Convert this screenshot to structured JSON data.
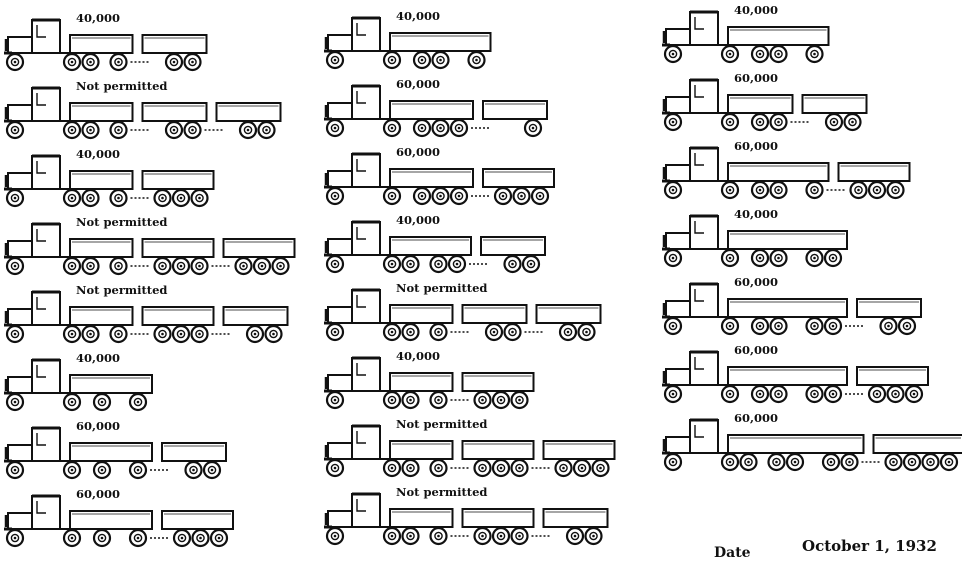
{
  "colors": {
    "ink": "#111111",
    "paper": "#ffffff"
  },
  "columns": [
    {
      "vehicles": [
        {
          "label": "40,000",
          "axles": 2,
          "units": [
            [
              1
            ],
            [
              2
            ]
          ]
        },
        {
          "label": "Not permitted",
          "axles": 2,
          "units": [
            [
              1
            ],
            [
              2
            ],
            [
              2
            ]
          ]
        },
        {
          "label": "40,000",
          "axles": 2,
          "units": [
            [
              1
            ],
            [
              3
            ]
          ]
        },
        {
          "label": "Not permitted",
          "axles": 2,
          "units": [
            [
              1
            ],
            [
              3
            ],
            [
              3
            ]
          ]
        },
        {
          "label": "Not permitted",
          "axles": 2,
          "units": [
            [
              1
            ],
            [
              3
            ],
            [
              2
            ]
          ]
        },
        {
          "label": "40,000",
          "axles": 1,
          "units": [
            [
              1,
              1
            ]
          ]
        },
        {
          "label": "60,000",
          "axles": 1,
          "units": [
            [
              1,
              1
            ],
            [
              2
            ]
          ]
        },
        {
          "label": "60,000",
          "axles": 1,
          "units": [
            [
              1,
              1
            ],
            [
              3
            ]
          ]
        }
      ]
    },
    {
      "vehicles": [
        {
          "label": "40,000",
          "axles": 1,
          "units": [
            [
              2,
              1
            ]
          ]
        },
        {
          "label": "60,000",
          "axles": 1,
          "units": [
            [
              3
            ],
            [
              1
            ]
          ]
        },
        {
          "label": "60,000",
          "axles": 1,
          "units": [
            [
              3
            ],
            [
              3
            ]
          ]
        },
        {
          "label": "40,000",
          "axles": 2,
          "units": [
            [
              2
            ],
            [
              2
            ]
          ]
        },
        {
          "label": "Not permitted",
          "axles": 2,
          "units": [
            [
              1
            ],
            [
              2
            ],
            [
              2
            ]
          ]
        },
        {
          "label": "40,000",
          "axles": 2,
          "units": [
            [
              1
            ],
            [
              3
            ]
          ]
        },
        {
          "label": "Not permitted",
          "axles": 2,
          "units": [
            [
              1
            ],
            [
              3
            ],
            [
              3
            ]
          ]
        },
        {
          "label": "Not permitted",
          "axles": 2,
          "units": [
            [
              1
            ],
            [
              3
            ],
            [
              2
            ]
          ]
        }
      ]
    },
    {
      "vehicles": [
        {
          "label": "40,000",
          "axles": 1,
          "units": [
            [
              2,
              1
            ]
          ]
        },
        {
          "label": "60,000",
          "axles": 1,
          "units": [
            [
              2
            ],
            [
              2
            ]
          ]
        },
        {
          "label": "60,000",
          "axles": 1,
          "units": [
            [
              2,
              1
            ],
            [
              3
            ]
          ]
        },
        {
          "label": "40,000",
          "axles": 1,
          "units": [
            [
              2,
              2
            ]
          ]
        },
        {
          "label": "60,000",
          "axles": 1,
          "units": [
            [
              2,
              2
            ],
            [
              2
            ]
          ]
        },
        {
          "label": "60,000",
          "axles": 1,
          "units": [
            [
              2,
              2
            ],
            [
              3
            ]
          ]
        },
        {
          "label": "60,000",
          "axles": 2,
          "units": [
            [
              2,
              2
            ],
            [
              4
            ]
          ]
        }
      ]
    }
  ],
  "footer": {
    "date_label": "Date",
    "date_value": "October 1, 1932"
  }
}
